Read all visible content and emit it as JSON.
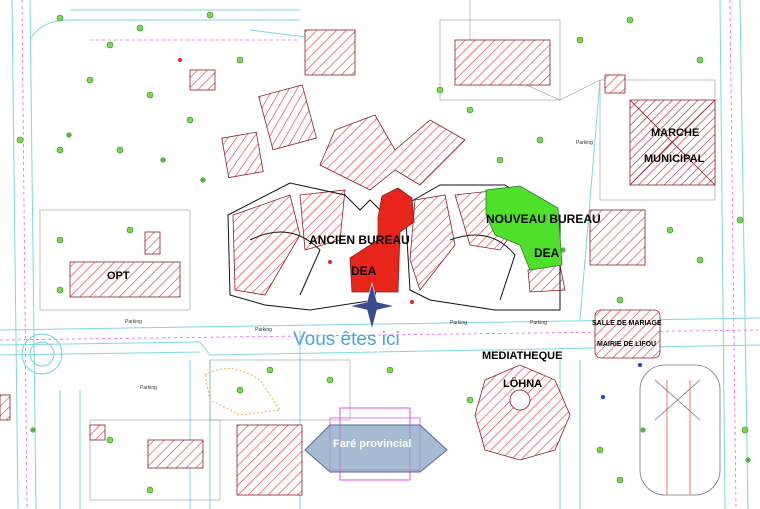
{
  "map": {
    "labels": {
      "marche": "MARCHE",
      "municipal": "MUNICIPAL",
      "ancien_bureau": "ANCIEN BUREAU",
      "ancien_dea": "DEA",
      "nouveau_bureau": "NOUVEAU BUREAU",
      "nouveau_dea": "DEA",
      "opt": "OPT",
      "vous_etes_ici": "Vous êtes ici",
      "mediatheque": "MEDIATHEQUE",
      "lohna": "LÖHNA",
      "salle_de_mariage": "SALLE DE MARIAGE",
      "mairie_de_lifou": "MAIRIE DE LIFOU",
      "fare_provincial": "Faré provincial"
    },
    "parking": "Parking",
    "colors": {
      "ancien_bureau": "#e8251b",
      "nouveau_bureau": "#4fe02c",
      "hatch": "#d9414b",
      "here_text": "#4aa3d9",
      "star": "#3a4a8c"
    },
    "icons": [
      "star-marker-icon",
      "tree-icon",
      "palm-icon"
    ]
  }
}
